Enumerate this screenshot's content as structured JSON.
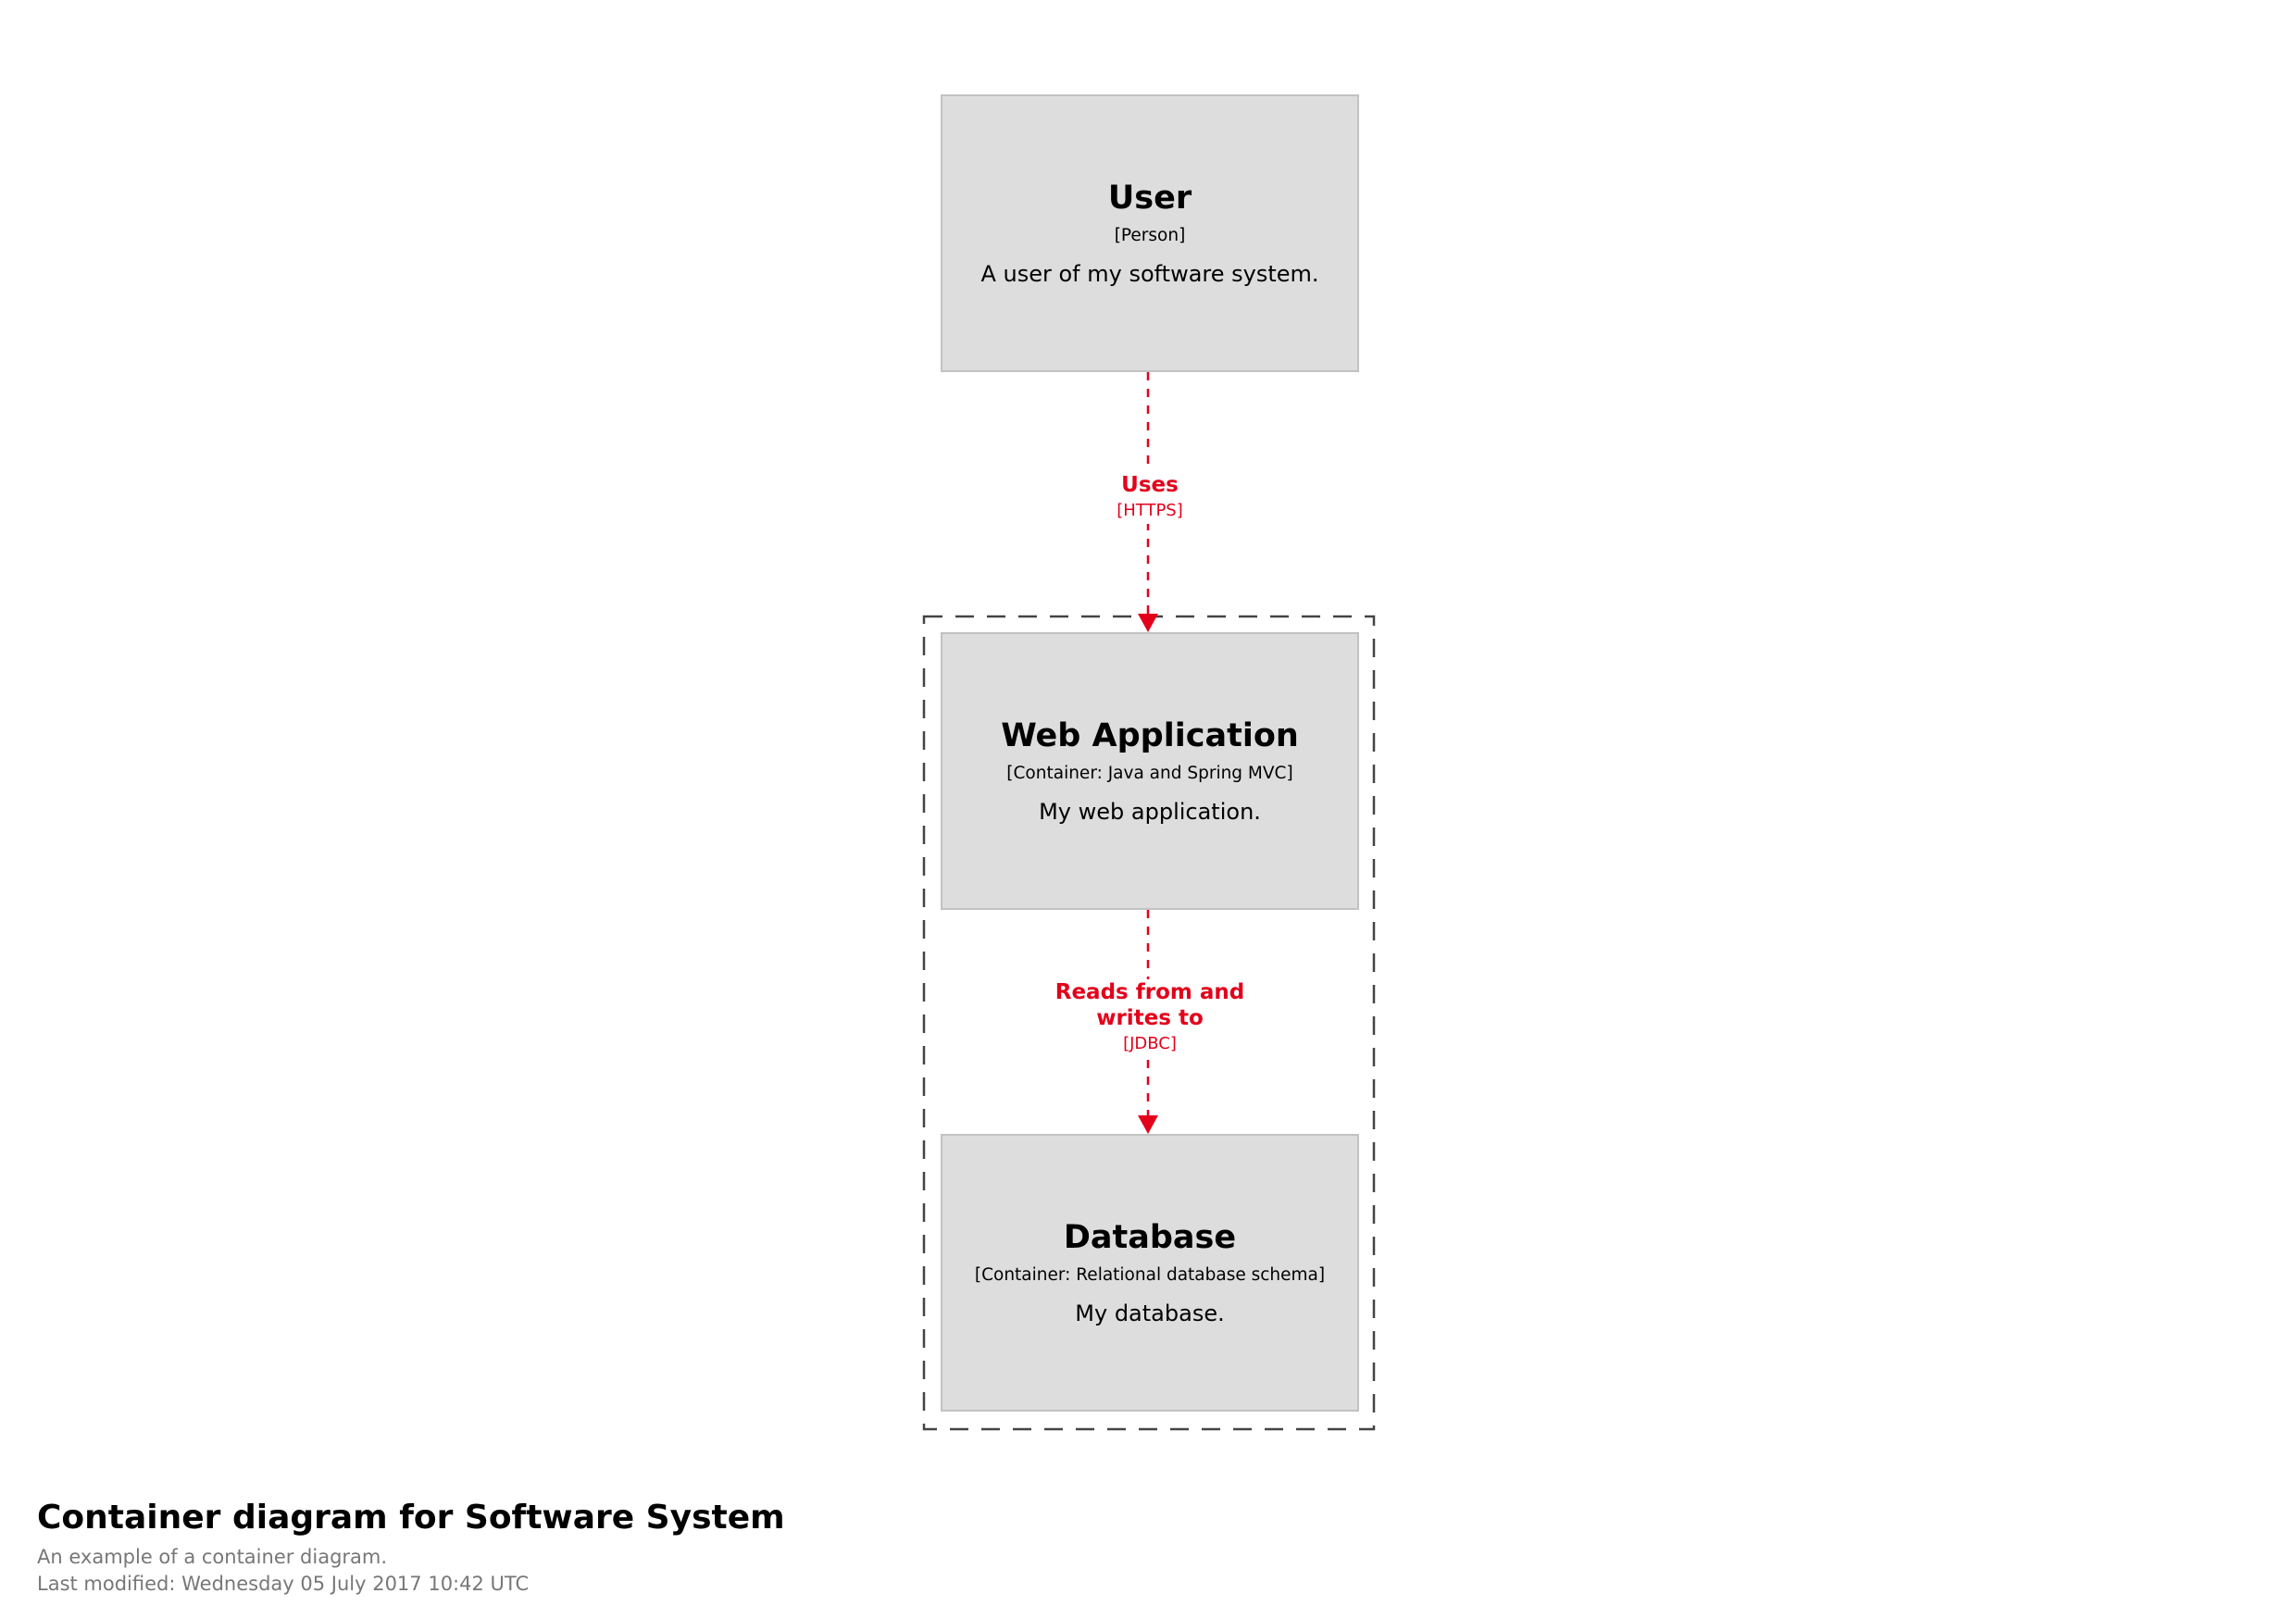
{
  "diagram": {
    "title": "Container diagram for Software System",
    "description": "An example of a container diagram.",
    "last_modified": "Last modified: Wednesday 05 July 2017 10:42 UTC",
    "colors": {
      "element_fill": "#dddddd",
      "element_border": "#c2c2c2",
      "relationship": "#e3001b",
      "boundary": "#444444",
      "footer_text": "#777777"
    }
  },
  "elements": [
    {
      "name": "User",
      "type": "[Person]",
      "description": "A user of my software system."
    },
    {
      "name": "Web Application",
      "type": "[Container: Java and Spring MVC]",
      "description": "My web application."
    },
    {
      "name": "Database",
      "type": "[Container: Relational database schema]",
      "description": "My database."
    }
  ],
  "relationships": [
    {
      "from": "User",
      "to": "Web Application",
      "description": "Uses",
      "technology": "[HTTPS]"
    },
    {
      "from": "Web Application",
      "to": "Database",
      "description_line1": "Reads from and",
      "description_line2": "writes to",
      "technology": "[JDBC]"
    }
  ]
}
